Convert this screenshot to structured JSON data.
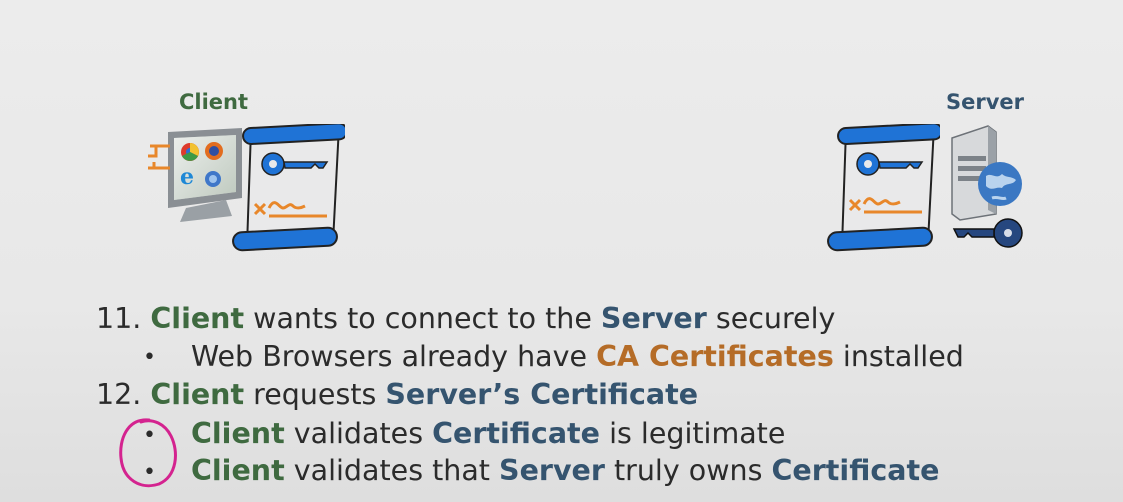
{
  "diagram": {
    "client_label": "Client",
    "server_label": "Server",
    "steps": [
      {
        "number": "11.",
        "parts": [
          {
            "t": "Client",
            "c": "g"
          },
          {
            "t": " wants to connect to the ",
            "c": ""
          },
          {
            "t": "Server",
            "c": "b"
          },
          {
            "t": " securely",
            "c": ""
          }
        ],
        "bullets": [
          [
            {
              "t": "Web Browsers already have ",
              "c": ""
            },
            {
              "t": "CA Certificates",
              "c": "o"
            },
            {
              "t": " installed",
              "c": ""
            }
          ]
        ]
      },
      {
        "number": "12.",
        "parts": [
          {
            "t": "Client",
            "c": "g"
          },
          {
            "t": " requests ",
            "c": ""
          },
          {
            "t": "Server’s Certificate",
            "c": "b"
          }
        ],
        "bullets": [
          [
            {
              "t": "Client",
              "c": "g"
            },
            {
              "t": " validates ",
              "c": ""
            },
            {
              "t": "Certificate",
              "c": "b"
            },
            {
              "t": " is legitimate",
              "c": ""
            }
          ],
          [
            {
              "t": "Client",
              "c": "g"
            },
            {
              "t": " validates that ",
              "c": ""
            },
            {
              "t": "Server",
              "c": "b"
            },
            {
              "t": " truly owns ",
              "c": ""
            },
            {
              "t": "Certificate",
              "c": "b"
            }
          ]
        ]
      }
    ],
    "bullet_char": "•",
    "colors": {
      "client_green": "#3f6a40",
      "server_blue": "#35546f",
      "certificate_orange": "#b56c27",
      "scroll_blue": "#1f73d6",
      "annotation_magenta": "#d4238f"
    }
  }
}
